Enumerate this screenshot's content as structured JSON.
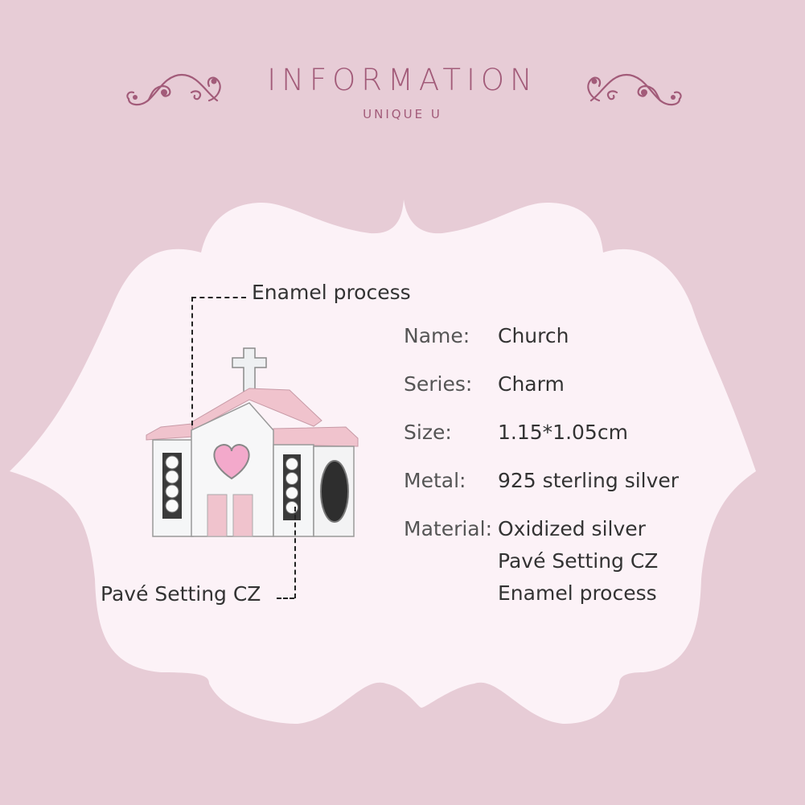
{
  "header": {
    "title": "INFORMATION",
    "subtitle": "UNIQUE U",
    "left_ornament": "flourish-ornament",
    "right_ornament": "flourish-ornament"
  },
  "colors": {
    "background": "#e7ccd6",
    "frame_fill": "#fcf2f7",
    "title_color": "#a25b79",
    "text_color": "#333333",
    "enamel_pink": "#f0c3cd"
  },
  "product": {
    "image_alt": "Church charm with pink enamel roof, pink heart CZ stone and pavé CZ windows",
    "callouts": [
      {
        "label": "Enamel process"
      },
      {
        "label": "Pavé Setting CZ"
      }
    ]
  },
  "specs": [
    {
      "label": "Name:",
      "values": [
        "Church"
      ]
    },
    {
      "label": "Series:",
      "values": [
        "Charm"
      ]
    },
    {
      "label": "Size:",
      "values": [
        "1.15*1.05cm"
      ]
    },
    {
      "label": "Metal:",
      "values": [
        "925 sterling silver"
      ]
    },
    {
      "label": "Material:",
      "values": [
        "Oxidized silver",
        "Pavé Setting CZ",
        "Enamel process"
      ]
    }
  ]
}
